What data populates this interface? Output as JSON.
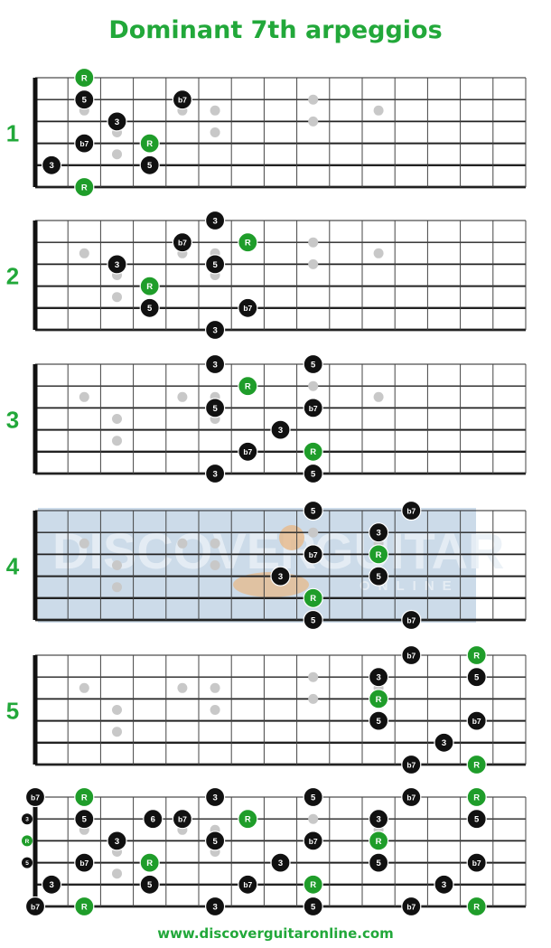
{
  "title": "Dominant 7th arpeggios",
  "footer": "www.discoverguitaronline.com",
  "colors": {
    "title_green": "#22a83a",
    "root_green": "#1f9d2a",
    "note_black": "#111111",
    "inlay_gray": "#c8c8c8",
    "board_line": "#222222",
    "watermark_blue": "#8fb0cf"
  },
  "watermark": {
    "word1": "DISCOVER",
    "word2": "GUITAR",
    "word3": "ONLINE"
  },
  "diagrams": [
    {
      "label": "1",
      "inlays": [
        [
          1,
          3
        ],
        [
          2,
          5
        ],
        [
          2,
          7
        ],
        [
          4,
          3
        ],
        [
          5,
          3
        ],
        [
          5,
          5
        ],
        [
          8,
          2
        ],
        [
          8,
          4
        ],
        [
          10,
          3
        ]
      ],
      "notes": [
        [
          2,
          0,
          "R"
        ],
        [
          2,
          1,
          "5"
        ],
        [
          3,
          2,
          "3"
        ],
        [
          4,
          3,
          "R"
        ],
        [
          5,
          1,
          "b7"
        ],
        [
          2,
          3,
          "b7"
        ],
        [
          1,
          4,
          "3"
        ],
        [
          4,
          4,
          "5"
        ],
        [
          2,
          5,
          "R"
        ]
      ]
    },
    {
      "label": "2",
      "inlays": [
        [
          1,
          3
        ],
        [
          2,
          5
        ],
        [
          2,
          7
        ],
        [
          4,
          3
        ],
        [
          5,
          3
        ],
        [
          5,
          5
        ],
        [
          8,
          2
        ],
        [
          8,
          4
        ],
        [
          10,
          3
        ]
      ],
      "notes": [
        [
          6,
          0,
          "3"
        ],
        [
          7,
          1,
          "R"
        ],
        [
          5,
          1,
          "b7"
        ],
        [
          3,
          2,
          "3"
        ],
        [
          6,
          2,
          "5"
        ],
        [
          4,
          3,
          "R"
        ],
        [
          4,
          4,
          "5"
        ],
        [
          7,
          4,
          "b7"
        ],
        [
          6,
          5,
          "3"
        ]
      ]
    },
    {
      "label": "3",
      "inlays": [
        [
          1,
          3
        ],
        [
          2,
          5
        ],
        [
          2,
          7
        ],
        [
          4,
          3
        ],
        [
          5,
          3
        ],
        [
          5,
          5
        ],
        [
          8,
          2
        ],
        [
          8,
          4
        ],
        [
          10,
          3
        ]
      ],
      "notes": [
        [
          6,
          0,
          "3"
        ],
        [
          9,
          0,
          "5"
        ],
        [
          7,
          1,
          "R"
        ],
        [
          6,
          2,
          "5"
        ],
        [
          9,
          2,
          "b7"
        ],
        [
          8,
          3,
          "3"
        ],
        [
          7,
          4,
          "b7"
        ],
        [
          9,
          4,
          "R"
        ],
        [
          6,
          5,
          "3"
        ],
        [
          9,
          5,
          "5"
        ]
      ]
    },
    {
      "label": "4",
      "inlays": [
        [
          1,
          3
        ],
        [
          2,
          5
        ],
        [
          2,
          7
        ],
        [
          4,
          3
        ],
        [
          5,
          3
        ],
        [
          5,
          5
        ],
        [
          8,
          2
        ],
        [
          8,
          4
        ],
        [
          10,
          3
        ]
      ],
      "notes": [
        [
          9,
          0,
          "5"
        ],
        [
          12,
          0,
          "b7"
        ],
        [
          11,
          1,
          "3"
        ],
        [
          9,
          2,
          "b7"
        ],
        [
          11,
          2,
          "R"
        ],
        [
          8,
          3,
          "3"
        ],
        [
          11,
          3,
          "5"
        ],
        [
          9,
          4,
          "R"
        ],
        [
          9,
          5,
          "5"
        ],
        [
          12,
          5,
          "b7"
        ]
      ]
    },
    {
      "label": "5",
      "inlays": [
        [
          1,
          3
        ],
        [
          2,
          5
        ],
        [
          2,
          7
        ],
        [
          4,
          3
        ],
        [
          5,
          3
        ],
        [
          5,
          5
        ],
        [
          8,
          2
        ],
        [
          8,
          4
        ],
        [
          10,
          3
        ]
      ],
      "notes": [
        [
          12,
          0,
          "b7"
        ],
        [
          14,
          0,
          "R"
        ],
        [
          11,
          1,
          "3"
        ],
        [
          14,
          1,
          "5"
        ],
        [
          11,
          2,
          "R"
        ],
        [
          11,
          3,
          "5"
        ],
        [
          14,
          3,
          "b7"
        ],
        [
          13,
          4,
          "3"
        ],
        [
          12,
          5,
          "b7"
        ],
        [
          14,
          5,
          "R"
        ]
      ]
    },
    {
      "label": "",
      "inlays": [
        [
          1,
          3
        ],
        [
          2,
          5
        ],
        [
          2,
          7
        ],
        [
          4,
          3
        ],
        [
          5,
          3
        ],
        [
          5,
          5
        ],
        [
          8,
          2
        ],
        [
          8,
          4
        ],
        [
          10,
          3
        ]
      ],
      "open": [
        [
          1,
          "3"
        ],
        [
          2,
          "R"
        ],
        [
          3,
          "5"
        ]
      ],
      "notes": [
        [
          0.5,
          0,
          "b7"
        ],
        [
          2,
          0,
          "R"
        ],
        [
          6,
          0,
          "3"
        ],
        [
          9,
          0,
          "5"
        ],
        [
          12,
          0,
          "b7"
        ],
        [
          14,
          0,
          "R"
        ],
        [
          2,
          1,
          "5"
        ],
        [
          4.1,
          1,
          "6"
        ],
        [
          5,
          1,
          "b7"
        ],
        [
          7,
          1,
          "R"
        ],
        [
          11,
          1,
          "3"
        ],
        [
          14,
          1,
          "5"
        ],
        [
          3,
          2,
          "3"
        ],
        [
          6,
          2,
          "5"
        ],
        [
          9,
          2,
          "b7"
        ],
        [
          11,
          2,
          "R"
        ],
        [
          2,
          3,
          "b7"
        ],
        [
          4,
          3,
          "R"
        ],
        [
          8,
          3,
          "3"
        ],
        [
          11,
          3,
          "5"
        ],
        [
          14,
          3,
          "b7"
        ],
        [
          1,
          4,
          "3"
        ],
        [
          4,
          4,
          "5"
        ],
        [
          7,
          4,
          "b7"
        ],
        [
          9,
          4,
          "R"
        ],
        [
          13,
          4,
          "3"
        ],
        [
          0.5,
          5,
          "b7"
        ],
        [
          2,
          5,
          "R"
        ],
        [
          6,
          5,
          "3"
        ],
        [
          9,
          5,
          "5"
        ],
        [
          12,
          5,
          "b7"
        ],
        [
          14,
          5,
          "R"
        ]
      ]
    }
  ]
}
